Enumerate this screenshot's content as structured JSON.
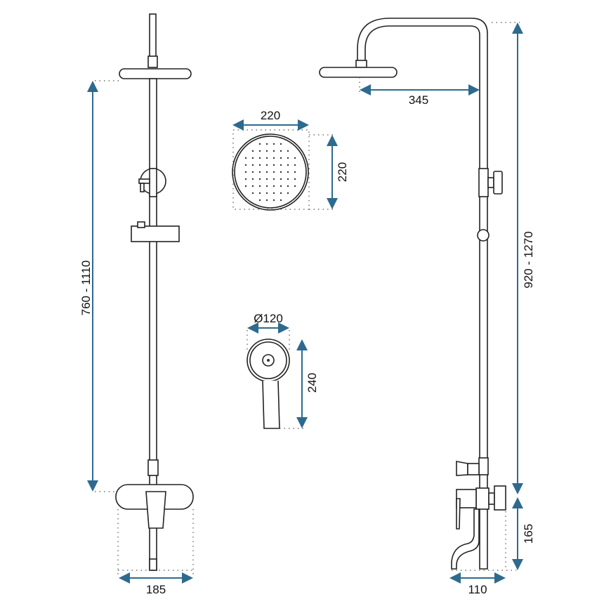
{
  "dimensions": {
    "left_height": "760 - 1110",
    "left_width": "185",
    "head_width": "220",
    "head_height": "220",
    "hand_diameter": "Ø120",
    "hand_length": "240",
    "arm_reach": "345",
    "right_height": "920 - 1270",
    "spout_height": "165",
    "spout_reach": "110"
  },
  "colors": {
    "dimension_line": "#2e6a8e",
    "outline": "#222222"
  }
}
